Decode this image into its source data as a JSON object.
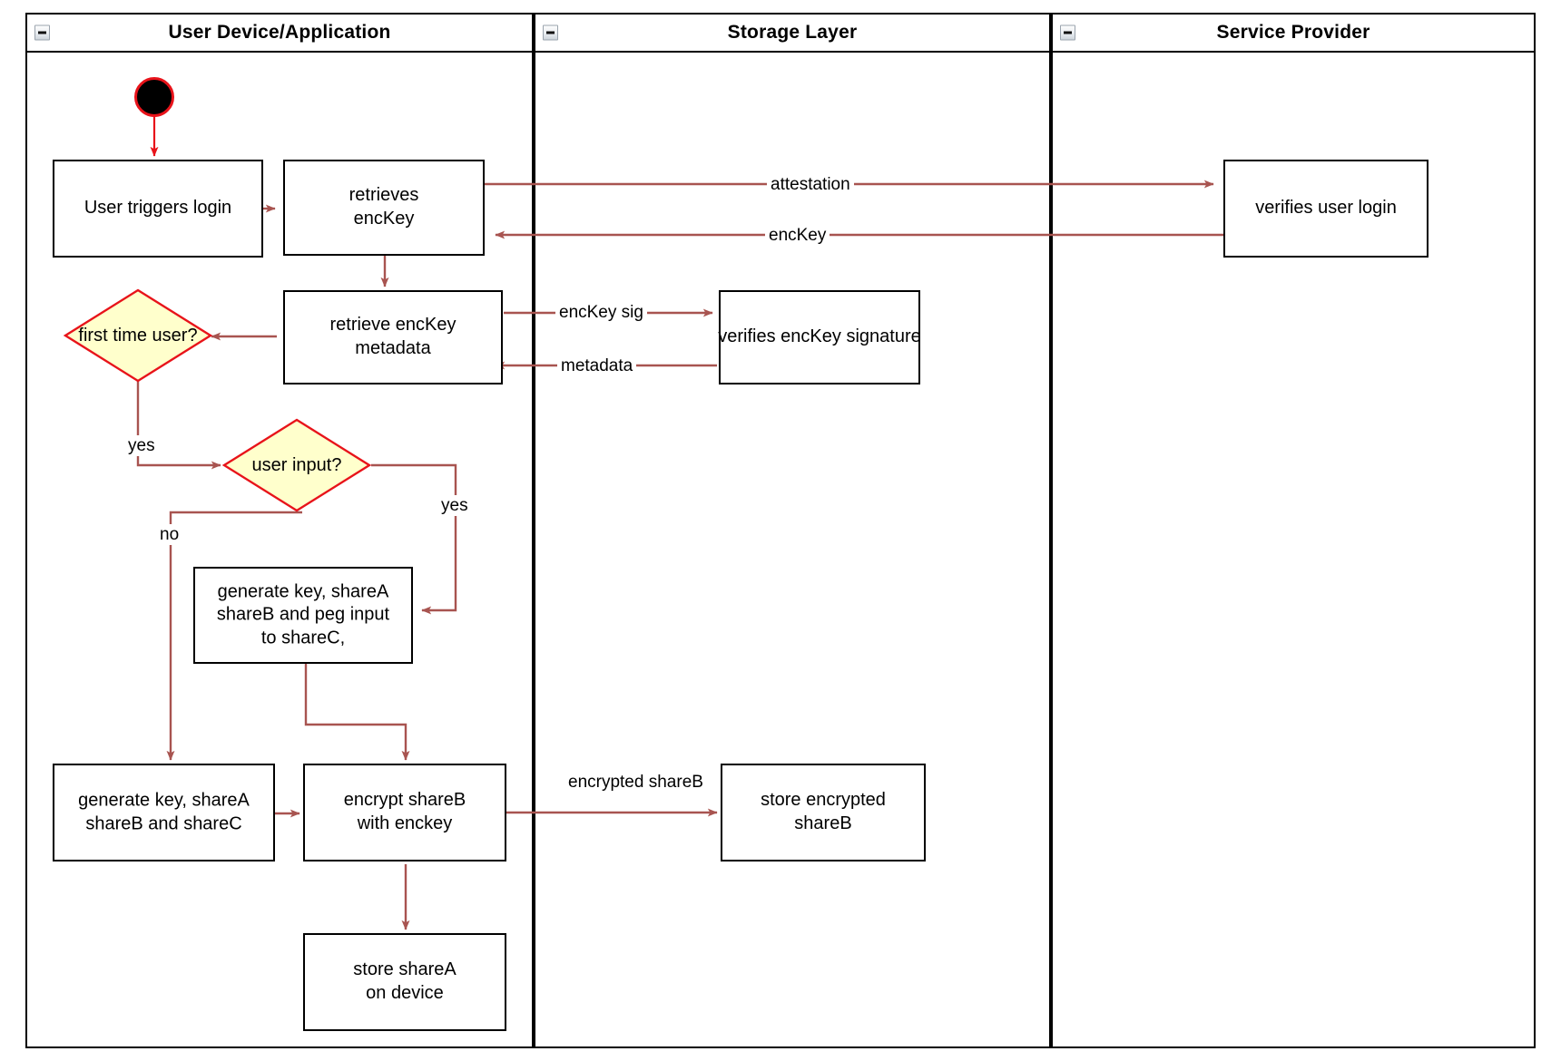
{
  "diagram": {
    "title": "Login / key-share provisioning activity diagram",
    "colors": {
      "edge": "#a85450",
      "decision_border": "#e8131a",
      "decision_fill": "#ffffcc",
      "node_border": "#000000",
      "background": "#ffffff"
    }
  },
  "lanes": [
    {
      "id": "user-device",
      "title": "User Device/Application",
      "collapse_icon": "collapse-minus-icon"
    },
    {
      "id": "storage-layer",
      "title": "Storage Layer",
      "collapse_icon": "collapse-minus-icon"
    },
    {
      "id": "service-provider",
      "title": "Service Provider",
      "collapse_icon": "collapse-minus-icon"
    }
  ],
  "nodes": [
    {
      "id": "start",
      "type": "start",
      "label": ""
    },
    {
      "id": "user-triggers-login",
      "type": "action",
      "lines": [
        "User triggers login"
      ]
    },
    {
      "id": "retrieves-enckey",
      "type": "action",
      "lines": [
        "retrieves",
        "encKey"
      ]
    },
    {
      "id": "verifies-user-login",
      "type": "action",
      "lines": [
        "verifies user login"
      ]
    },
    {
      "id": "retrieve-enckey-metadata",
      "type": "action",
      "lines": [
        "retrieve encKey",
        "metadata"
      ]
    },
    {
      "id": "verifies-enckey-signature",
      "type": "action",
      "lines": [
        "verifies encKey signature"
      ]
    },
    {
      "id": "first-time-user",
      "type": "decision",
      "lines": [
        "first time",
        "user?"
      ]
    },
    {
      "id": "user-input",
      "type": "decision",
      "lines": [
        "user input?"
      ]
    },
    {
      "id": "generate-peg-input",
      "type": "action",
      "lines": [
        "generate key, shareA",
        "shareB and peg input",
        "to shareC,"
      ]
    },
    {
      "id": "generate-shares",
      "type": "action",
      "lines": [
        "generate key, shareA",
        "shareB and shareC"
      ]
    },
    {
      "id": "encrypt-shareb",
      "type": "action",
      "lines": [
        "encrypt shareB",
        "with enckey"
      ]
    },
    {
      "id": "store-encrypted-shareb",
      "type": "action",
      "lines": [
        "store encrypted",
        "shareB"
      ]
    },
    {
      "id": "store-sharea-on-device",
      "type": "action",
      "lines": [
        "store shareA",
        "on device"
      ]
    }
  ],
  "edge_labels": [
    {
      "id": "attestation",
      "text": "attestation"
    },
    {
      "id": "enckey",
      "text": "encKey"
    },
    {
      "id": "enckey-sig",
      "text": "encKey sig"
    },
    {
      "id": "metadata",
      "text": "metadata"
    },
    {
      "id": "first-time-yes",
      "text": "yes"
    },
    {
      "id": "user-input-yes",
      "text": "yes"
    },
    {
      "id": "user-input-no",
      "text": "no"
    },
    {
      "id": "encrypted-shareb-l1",
      "text": "encrypted"
    },
    {
      "id": "encrypted-shareb-l2",
      "text": "shareB"
    }
  ]
}
